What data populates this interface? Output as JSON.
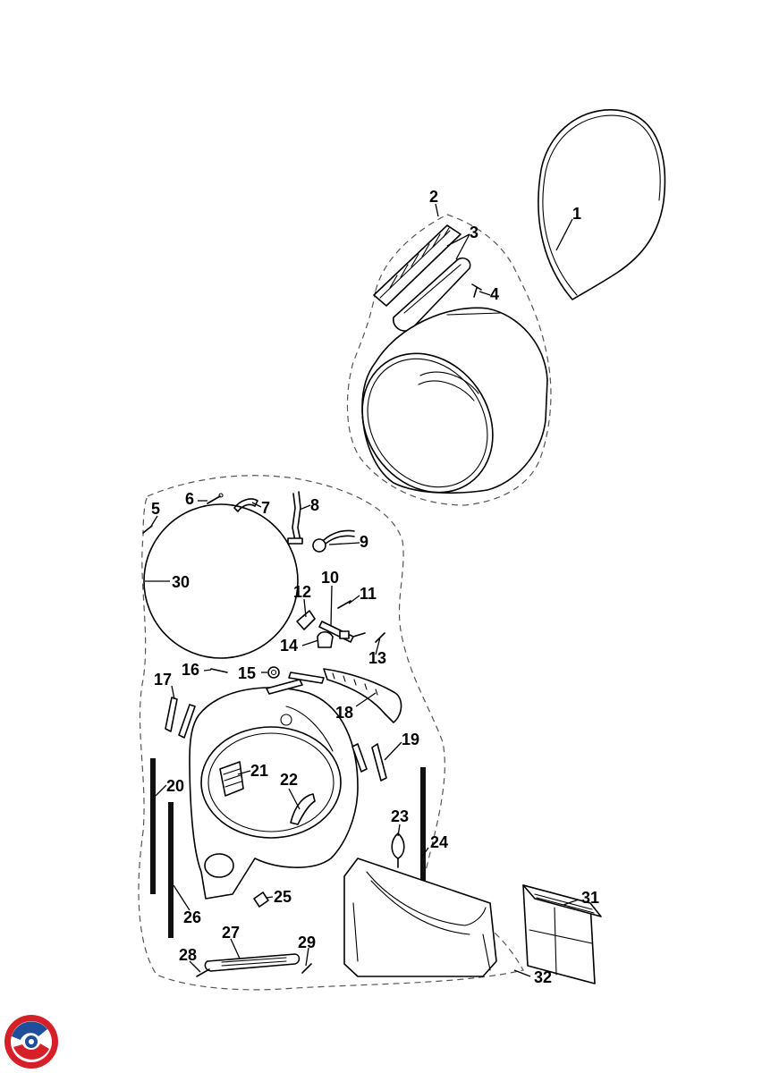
{
  "diagram": {
    "callouts": [
      {
        "id": "1",
        "text": "1"
      },
      {
        "id": "2",
        "text": "2"
      },
      {
        "id": "3",
        "text": "3"
      },
      {
        "id": "4",
        "text": "4"
      },
      {
        "id": "5",
        "text": "5"
      },
      {
        "id": "6",
        "text": "6"
      },
      {
        "id": "7",
        "text": "7"
      },
      {
        "id": "8",
        "text": "8"
      },
      {
        "id": "9",
        "text": "9"
      },
      {
        "id": "10",
        "text": "10"
      },
      {
        "id": "11",
        "text": "11"
      },
      {
        "id": "12",
        "text": "12"
      },
      {
        "id": "13",
        "text": "13"
      },
      {
        "id": "14",
        "text": "14"
      },
      {
        "id": "15",
        "text": "15"
      },
      {
        "id": "16",
        "text": "16"
      },
      {
        "id": "17",
        "text": "17"
      },
      {
        "id": "18",
        "text": "18"
      },
      {
        "id": "19",
        "text": "19"
      },
      {
        "id": "20",
        "text": "20"
      },
      {
        "id": "21",
        "text": "21"
      },
      {
        "id": "22",
        "text": "22"
      },
      {
        "id": "23",
        "text": "23"
      },
      {
        "id": "24",
        "text": "24"
      },
      {
        "id": "25",
        "text": "25"
      },
      {
        "id": "26",
        "text": "26"
      },
      {
        "id": "27",
        "text": "27"
      },
      {
        "id": "28",
        "text": "28"
      },
      {
        "id": "29",
        "text": "29"
      },
      {
        "id": "30",
        "text": "30"
      },
      {
        "id": "31",
        "text": "31"
      },
      {
        "id": "32",
        "text": "32"
      }
    ]
  },
  "logo": {
    "name": "brand-logo",
    "colors": {
      "red": "#d62027",
      "blue": "#1f4e9c"
    }
  }
}
